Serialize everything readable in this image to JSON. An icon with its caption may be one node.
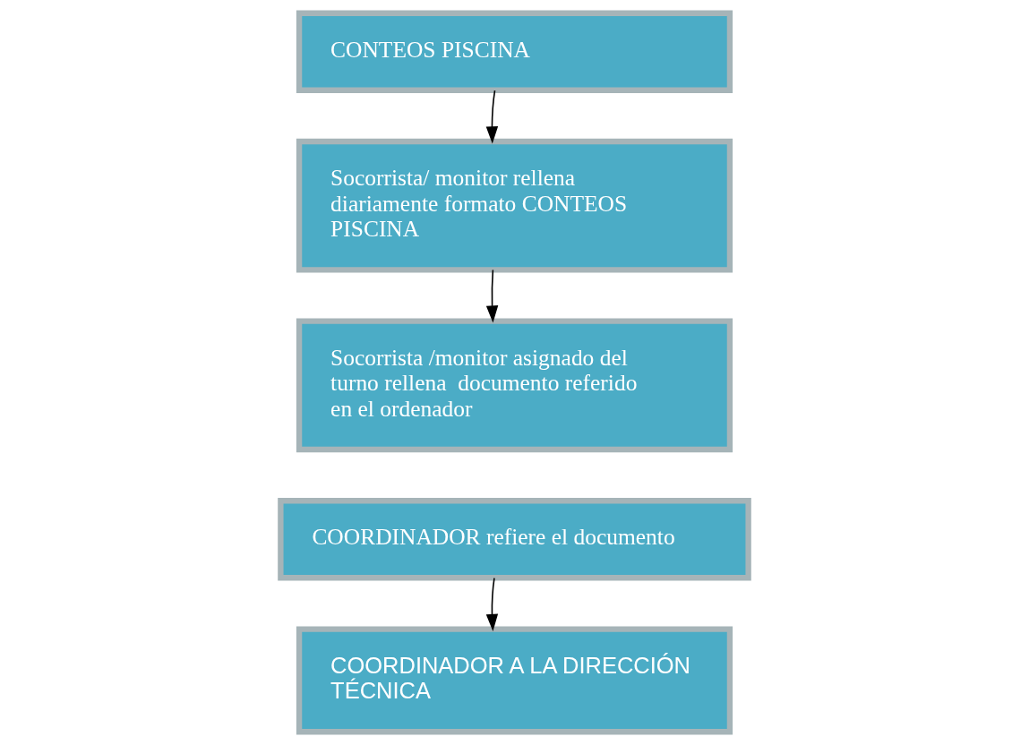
{
  "diagram": {
    "nodes": [
      {
        "text": [
          "CONTEOS PISCINA"
        ]
      },
      {
        "text": [
          "Socorrista/ monitor rellena diariamente formato CONTEOS PISCINA"
        ]
      },
      {
        "text": [
          "Socorrista /monitor asignado del turno rellena  documento referido en el ordenador"
        ]
      },
      {
        "text": [
          "COORDINADOR refiere el documento"
        ]
      },
      {
        "text": [
          "COORDINADOR A LA DIRECCIÓN TÉCNICA"
        ]
      }
    ],
    "edges": [
      {
        "from": 0,
        "to": 1,
        "arrow": "to"
      },
      {
        "from": 1,
        "to": 2,
        "arrow": "to"
      },
      {
        "from": 3,
        "to": 4,
        "arrow": "to"
      }
    ]
  }
}
